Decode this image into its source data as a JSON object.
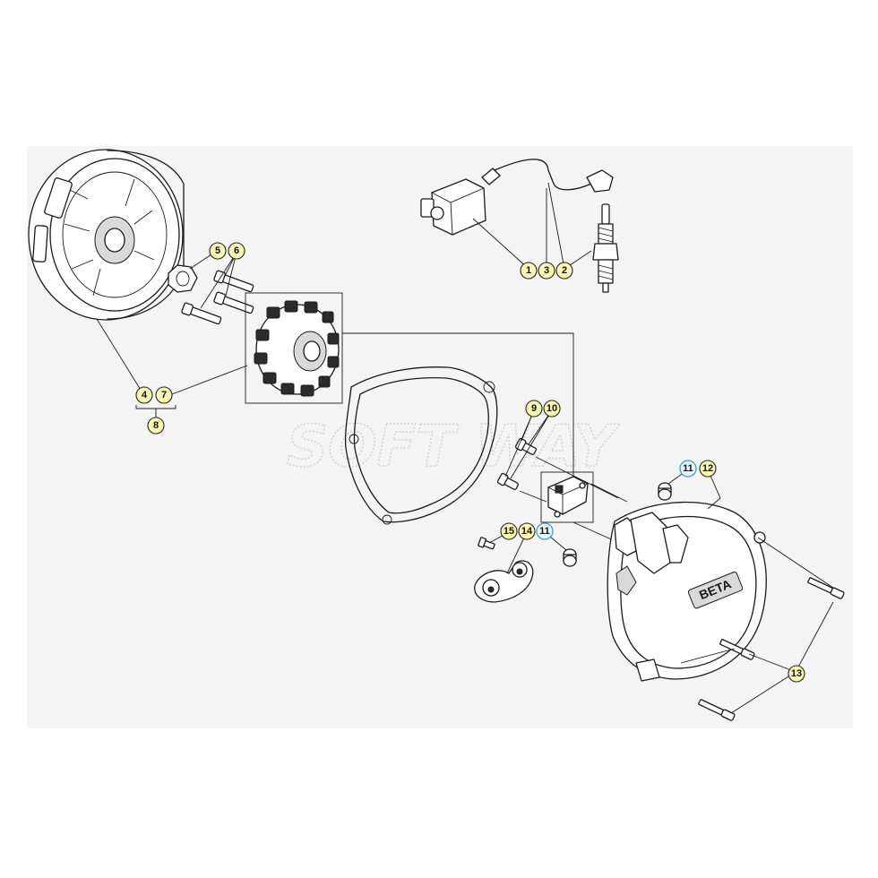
{
  "diagram": {
    "watermark": "SOFT WAY",
    "cover_logo": "BETA",
    "callouts": [
      {
        "id": "c1",
        "label": "1",
        "style": "yellow"
      },
      {
        "id": "c3",
        "label": "3",
        "style": "yellow"
      },
      {
        "id": "c2",
        "label": "2",
        "style": "yellow"
      },
      {
        "id": "c5",
        "label": "5",
        "style": "yellow"
      },
      {
        "id": "c6",
        "label": "6",
        "style": "yellow"
      },
      {
        "id": "c4",
        "label": "4",
        "style": "yellow"
      },
      {
        "id": "c7",
        "label": "7",
        "style": "yellow"
      },
      {
        "id": "c8",
        "label": "8",
        "style": "yellow"
      },
      {
        "id": "c9",
        "label": "9",
        "style": "yellow"
      },
      {
        "id": "c10",
        "label": "10",
        "style": "yellow"
      },
      {
        "id": "c11a",
        "label": "11",
        "style": "blue"
      },
      {
        "id": "c12",
        "label": "12",
        "style": "yellow"
      },
      {
        "id": "c15",
        "label": "15",
        "style": "yellow"
      },
      {
        "id": "c14",
        "label": "14",
        "style": "yellow"
      },
      {
        "id": "c11b",
        "label": "11",
        "style": "blue"
      },
      {
        "id": "c13",
        "label": "13",
        "style": "yellow"
      }
    ],
    "colors": {
      "callout_fill": "#fbf7b0",
      "callout_alt_fill": "#e6f6fb",
      "callout_alt_stroke": "#3aa6c9",
      "panel": "#f4f4f4"
    }
  }
}
